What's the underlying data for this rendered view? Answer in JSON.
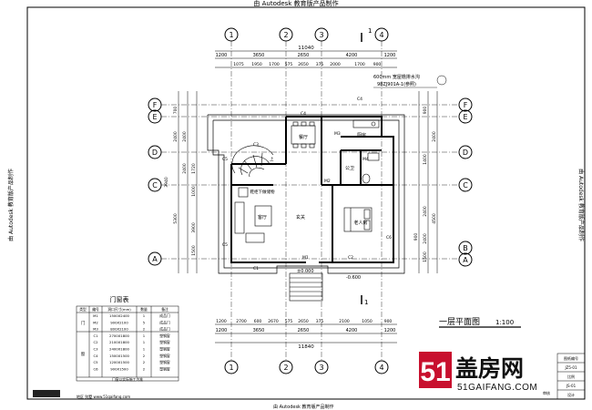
{
  "watermark": {
    "top": "由 Autodesk 教育版产品制作",
    "left": "由 Autodesk 教育版产品制作",
    "right": "由 Autodesk 教育版产品制作",
    "bottom": "由 Autodesk 教育版产品制作"
  },
  "grid": {
    "cols": [
      "1",
      "2",
      "3",
      "4"
    ],
    "rows": [
      "F",
      "E",
      "D",
      "C",
      "B",
      "A"
    ]
  },
  "dims": {
    "top_total": "11040",
    "top_mid": [
      "1200",
      "3650",
      "2650",
      "4200",
      "1200"
    ],
    "top_detail": [
      "1075",
      "1950",
      "1700",
      "575",
      "2650",
      "375",
      "2000",
      "1700",
      "900"
    ],
    "bottom_detail": [
      "1200",
      "2700",
      "600",
      "2670",
      "575",
      "2650",
      "375",
      "2100",
      "1050",
      "900"
    ],
    "bottom_mid": [
      "1200",
      "3650",
      "2650",
      "4200",
      "1200"
    ],
    "bottom_total": "11840",
    "left": [
      "700",
      "2400",
      "3940",
      "2400",
      "2400",
      "1720",
      "1000",
      "5300",
      "3900",
      "1500"
    ],
    "right": [
      "900",
      "2400",
      "1400",
      "2400",
      "900",
      "4500",
      "2400",
      "1500"
    ]
  },
  "rooms": {
    "dining": "餐厅",
    "kitchen": "厨房",
    "bath": "卫",
    "toilet": "公卫",
    "living": "客厅",
    "hall": "玄关",
    "bedroom": "老人房",
    "stair_note": "鞋柜下做储物",
    "elev": "±0.000",
    "elev2": "-0.600",
    "up": "上"
  },
  "labels": {
    "doors": [
      "M1",
      "M2",
      "M3",
      "M4"
    ],
    "windows": [
      "C1",
      "C2",
      "C3",
      "C4",
      "C5",
      "C6"
    ],
    "section": "1",
    "note1": "600mm 宽屋檐排水沟",
    "note2": "98ZJ901A-1(参照)"
  },
  "plan_title": "一层平面图",
  "plan_scale": "1:100",
  "door_table": {
    "title": "门窗表",
    "headers": [
      "类型",
      "编号",
      "洞口尺寸(mm)",
      "数量",
      "备注"
    ],
    "group_door": "门",
    "group_window": "窗",
    "rows": [
      [
        "M1",
        "1500X2400",
        "1",
        "成品门"
      ],
      [
        "M2",
        "900X2100",
        "5",
        "成品门"
      ],
      [
        "M3",
        "800X2100",
        "2",
        "成品门"
      ],
      [
        "C1",
        "2700X1800",
        "1",
        "塑钢窗"
      ],
      [
        "C2",
        "2100X1800",
        "1",
        "塑钢窗"
      ],
      [
        "C3",
        "2400X1800",
        "1",
        "塑钢窗"
      ],
      [
        "C4",
        "1500X1500",
        "2",
        "塑钢窗"
      ],
      [
        "C5",
        "1200X1500",
        "2",
        "塑钢窗"
      ],
      [
        "C6",
        "900X1500",
        "2",
        "塑钢窗"
      ]
    ],
    "footnote": "门窗以实际施工为准"
  },
  "bottom_credits": {
    "left": "地区  别墅  www.51gaifang.com",
    "mid": "51GAIFANG"
  },
  "brand": {
    "num": "51",
    "name": "盖房网",
    "url": "51GAIFANG.COM"
  },
  "titleblock": {
    "a": "图纸编号",
    "b": "JZ5-01",
    "c": "比例",
    "d": "JS-01",
    "e": "审核",
    "f": "设计"
  },
  "colors": {
    "brand_red": "#c8102e",
    "line": "#000000"
  }
}
